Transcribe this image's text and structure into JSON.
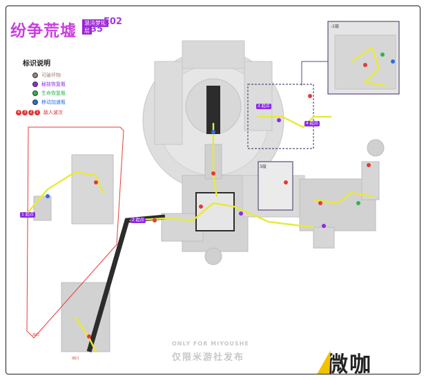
{
  "header": {
    "title": "纷争荒墟",
    "badge": "混沌梦境",
    "stage": "E02",
    "floor_prefix": "层",
    "floor": "35"
  },
  "legend": {
    "title": "标识说明",
    "items": [
      {
        "label": "可破坏物",
        "color": "#a0826d"
      },
      {
        "label": "秘技恢复瓶",
        "color": "#8b2be2"
      },
      {
        "label": "生命恢复瓶",
        "color": "#2fb34a"
      },
      {
        "label": "移动加速瓶",
        "color": "#2a6fe0"
      }
    ],
    "waves": [
      "4",
      "3",
      "2",
      "1"
    ],
    "waves_label": "敌人波次"
  },
  "map": {
    "callouts": [
      "-1层",
      "3层"
    ],
    "markers": [
      {
        "num": "1",
        "text": "起点"
      },
      {
        "num": "2",
        "text": "起点"
      },
      {
        "num": "3",
        "text": "起点"
      },
      {
        "num": "4",
        "text": "起点"
      }
    ],
    "small_labels": [
      "出口",
      "出口"
    ],
    "colors": {
      "route": "#e7ea3a",
      "route_outline": "#2a2a2a",
      "building": "#d6d6d6",
      "building_dark": "#bdbdbd",
      "room_border": "#2a2a2a",
      "region_outline": "#e53935",
      "callout_border": "#5a4a7a"
    }
  },
  "watermark": {
    "en": "ONLY FOR MIYOUSHE",
    "cn": "仅限米游社发布"
  },
  "brand": {
    "name": "微咖"
  }
}
